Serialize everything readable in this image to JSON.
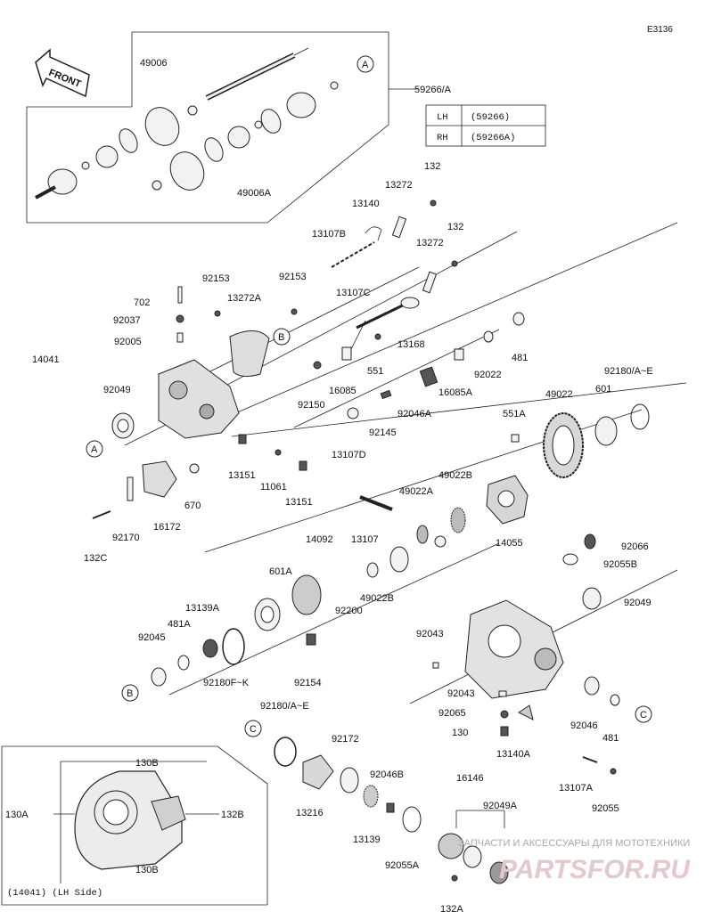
{
  "diagram_code": "E3136",
  "front_label": "FRONT",
  "variant_table": [
    {
      "side": "LH",
      "part": "(59266)"
    },
    {
      "side": "RH",
      "part": "(59266A)"
    }
  ],
  "callouts": {
    "a": "A",
    "b": "B",
    "c": "C"
  },
  "parts": {
    "p59266a": "59266/A",
    "p49006": "49006",
    "p49006a": "49006A",
    "p132_top": "132",
    "p13272_top": "13272",
    "p13140": "13140",
    "p13107b": "13107B",
    "p132_mid": "132",
    "p13272_mid": "13272",
    "p92153_l": "92153",
    "p92153_r": "92153",
    "p13272a": "13272A",
    "p702": "702",
    "p92037": "92037",
    "p92005": "92005",
    "p14041": "14041",
    "p13107c": "13107C",
    "p13168": "13168",
    "p481_top": "481",
    "p551": "551",
    "p92022": "92022",
    "p16085": "16085",
    "p16085a": "16085A",
    "p92049_l": "92049",
    "p92150": "92150",
    "p92046a": "92046A",
    "p49022": "49022",
    "p601": "601",
    "p92180ae_top": "92180/A~E",
    "p551a": "551A",
    "p92145": "92145",
    "p13107d": "13107D",
    "p13151_l": "13151",
    "p11061": "11061",
    "p13151_r": "13151",
    "p670": "670",
    "p16172": "16172",
    "p92170": "92170",
    "p132c": "132C",
    "p49022b_top": "49022B",
    "p49022a": "49022A",
    "p14055": "14055",
    "p14092": "14092",
    "p13107": "13107",
    "p601a": "601A",
    "p49022b_mid": "49022B",
    "p92200": "92200",
    "p13139a": "13139A",
    "p481a": "481A",
    "p92045": "92045",
    "p92180fk": "92180F~K",
    "p92154": "92154",
    "p92066": "92066",
    "p92055b": "92055B",
    "p92049_r": "92049",
    "p92043_top": "92043",
    "p92043_mid": "92043",
    "p92065": "92065",
    "p130": "130",
    "p13140a": "13140A",
    "p92046": "92046",
    "p481_right": "481",
    "p13107a": "13107A",
    "p92055": "92055",
    "p92180ae_bot": "92180/A~E",
    "p92172": "92172",
    "p13216": "13216",
    "p92046b": "92046B",
    "p13139": "13139",
    "p16146": "16146",
    "p92049a": "92049A",
    "p92055a": "92055A",
    "p132a": "132A"
  },
  "inset": {
    "p130b_top": "130B",
    "p130a": "130A",
    "p132b": "132B",
    "p130b_bot": "130B",
    "caption": "(14041)  (LH Side)"
  },
  "watermark": {
    "line1": "ЗАПЧАСТИ И АКСЕССУАРЫ ДЛЯ МОТОТЕХНИКИ",
    "line2": "PARTSFOR.RU"
  }
}
